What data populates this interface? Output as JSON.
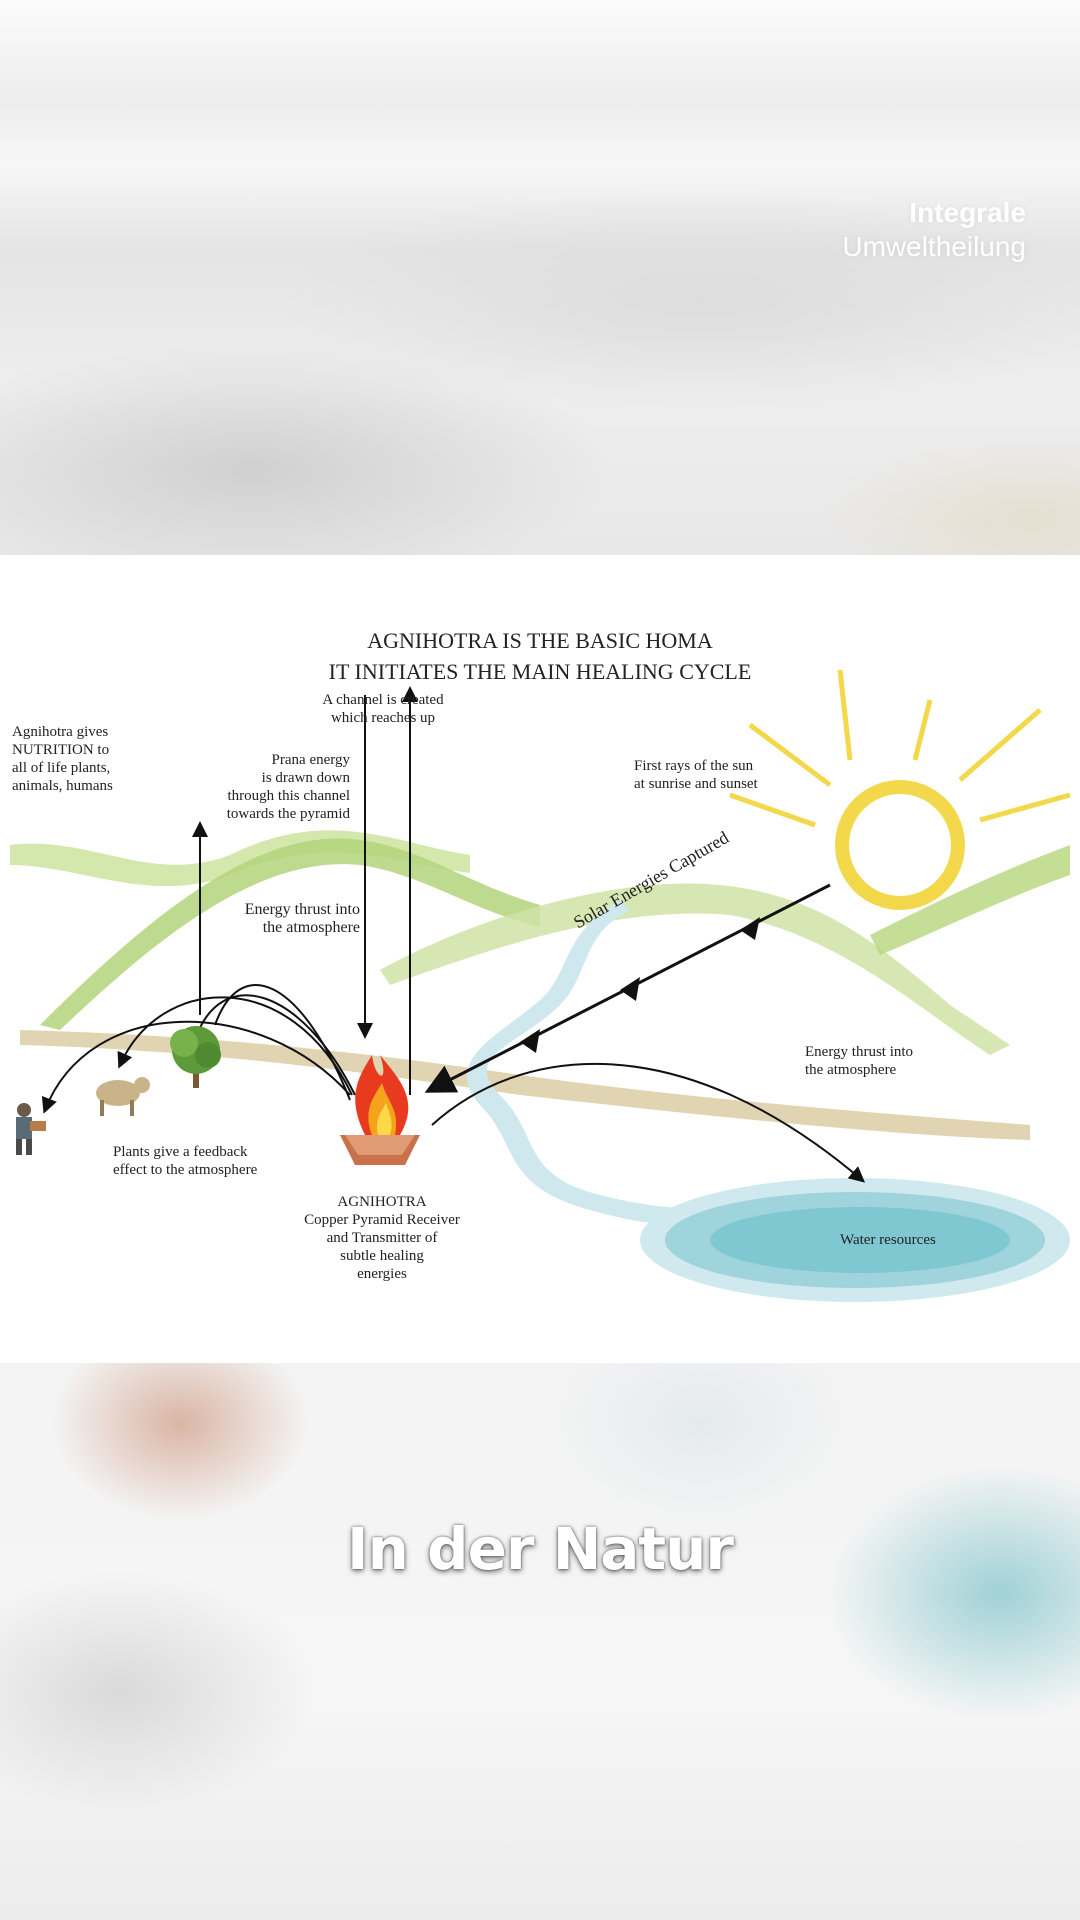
{
  "brand": {
    "line1": "Integrale",
    "line2": "Umweltheilung"
  },
  "diagram": {
    "title_line1": "AGNIHOTRA IS THE BASIC HOMA",
    "title_line2": "IT INITIATES THE MAIN HEALING CYCLE",
    "nutrition_note": [
      "Agnihotra gives",
      "NUTRITION to",
      "all of life plants,",
      "animals, humans"
    ],
    "channel_note": [
      "A channel is created",
      "which reaches up"
    ],
    "prana_note": [
      "Prana energy",
      "is drawn down",
      "through this channel",
      "towards the pyramid"
    ],
    "sun_note": [
      "First rays of the sun",
      "at sunrise and sunset"
    ],
    "energy_thrust_left": [
      "Energy thrust into",
      "the atmosphere"
    ],
    "energy_thrust_right": [
      "Energy thrust into",
      "the atmosphere"
    ],
    "solar_label": "Solar Energies Captured",
    "plants_note": [
      "Plants give a feedback",
      "effect to the atmosphere"
    ],
    "agnihotra_label": [
      "AGNIHOTRA",
      "Copper Pyramid Receiver",
      "and Transmitter of",
      "subtle healing",
      "energies"
    ],
    "water_label": "Water resources",
    "icons": [
      "sun-icon",
      "fire-pyramid-icon",
      "tree-icon",
      "cow-icon",
      "person-icon"
    ],
    "colors": {
      "hills": "#a8cc6a",
      "sun": "#f2d84a",
      "water": "#7fc8d2",
      "ground": "#cbb58a"
    }
  },
  "caption": "In der Natur"
}
